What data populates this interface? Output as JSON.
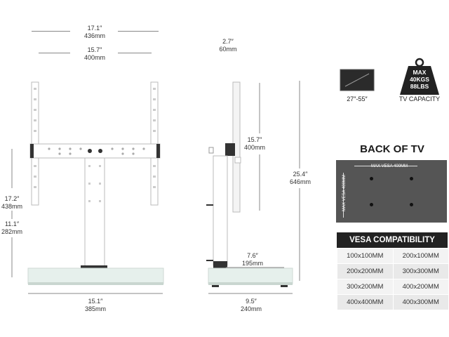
{
  "front_view": {
    "width_outer_in": "17.1″",
    "width_outer_mm": "436mm",
    "width_vesa_in": "15.7″",
    "width_vesa_mm": "400mm",
    "height_bracket_in": "17.2″",
    "height_bracket_mm": "438mm",
    "height_column_in": "11.1″",
    "height_column_mm": "282mm",
    "base_width_in": "15.1″",
    "base_width_mm": "385mm"
  },
  "side_view": {
    "depth_top_in": "2.7″",
    "depth_top_mm": "60mm",
    "vesa_height_in": "15.7″",
    "vesa_height_mm": "400mm",
    "total_height_in": "25.4″",
    "total_height_mm": "646mm",
    "base_inner_in": "7.6″",
    "base_inner_mm": "195mm",
    "base_depth_in": "9.5″",
    "base_depth_mm": "240mm"
  },
  "specs": {
    "tv_size": "27″-55″",
    "capacity_line1": "MAX",
    "capacity_line2": "40KGS",
    "capacity_line3": "88LBS",
    "capacity_label": "TV CAPACITY"
  },
  "back": {
    "title": "BACK OF TV",
    "vesa_h_label": "MAX VESA 400MM",
    "vesa_v_label": "MAX VESA 400MM"
  },
  "vesa_table": {
    "title": "VESA COMPATIBILITY",
    "rows": [
      [
        "100x100MM",
        "200x100MM"
      ],
      [
        "200x200MM",
        "300x300MM"
      ],
      [
        "300x200MM",
        "400x200MM"
      ],
      [
        "400x400MM",
        "400x300MM"
      ]
    ]
  }
}
